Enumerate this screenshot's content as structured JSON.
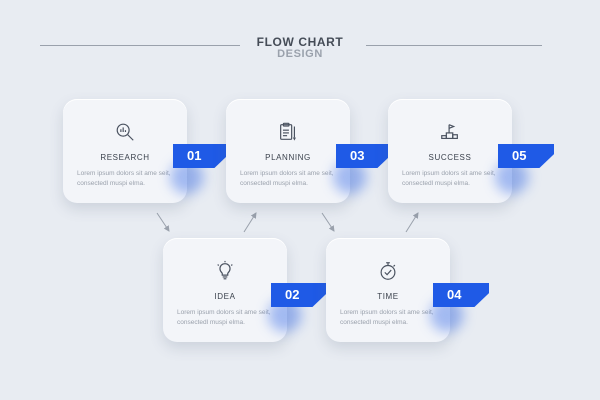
{
  "header": {
    "title": "FLOW CHART",
    "subtitle": "DESIGN"
  },
  "colors": {
    "accent": "#1f5ae6",
    "background": "#e8ecf2",
    "card": "#f3f5f9"
  },
  "steps": [
    {
      "number": "01",
      "label": "RESEARCH",
      "icon": "magnifier-chart-icon",
      "text": "Lorem ipsum dolors sit ame seit, consectedl muspi elma."
    },
    {
      "number": "02",
      "label": "IDEA",
      "icon": "lightbulb-icon",
      "text": "Lorem ipsum dolors sit ame seit, consectedl muspi elma."
    },
    {
      "number": "03",
      "label": "PLANNING",
      "icon": "clipboard-pen-icon",
      "text": "Lorem ipsum dolors sit ame seit, consectedl muspi elma."
    },
    {
      "number": "04",
      "label": "TIME",
      "icon": "stopwatch-icon",
      "text": "Lorem ipsum dolors sit ame seit, consectedl muspi elma."
    },
    {
      "number": "05",
      "label": "SUCCESS",
      "icon": "podium-flag-icon",
      "text": "Lorem ipsum dolors sit ame seit, consectedl muspi elma."
    }
  ]
}
